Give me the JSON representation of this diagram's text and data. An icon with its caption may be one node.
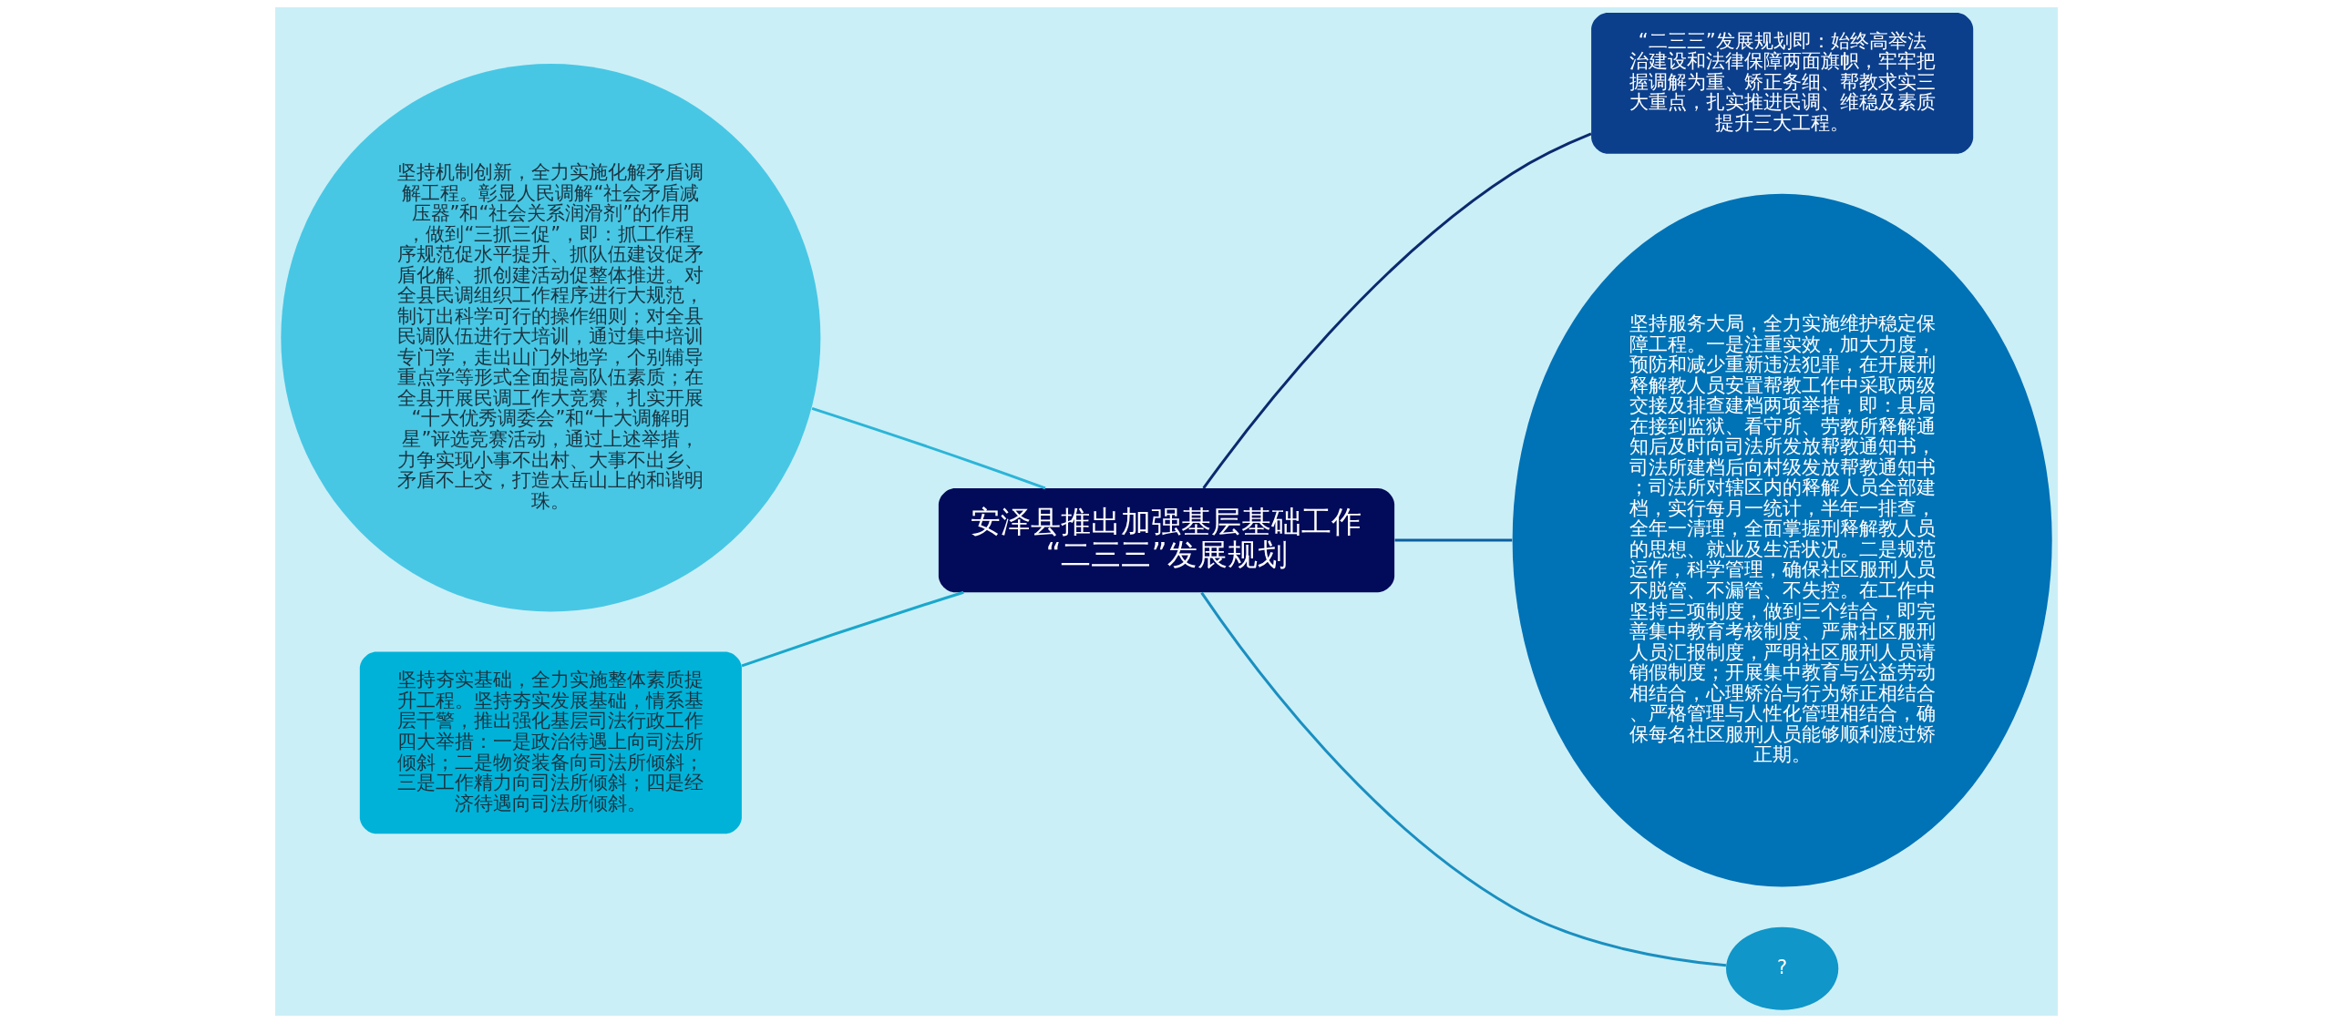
{
  "diagram": {
    "nodes": [
      {
        "text": [
          "安泽县推出加强基层基础工作“二三三”发展规划"
        ]
      },
      {
        "text": [
          "坚持机制创新，全力实施化解矛盾调解工程。彰显人民调解“社会矛盾减压器”和“社会关系润滑剂”的作用，做到“三抓三促”，即：抓工作程序规范促水平提升、抓队伍建设促矛盾化解、抓创建活动促整体推进。对全县民调组织工作程序进行大规范，制订出科学可行的操作细则；对全县民调队伍进行大培训，通过集中培训专门学，走出山门外地学，个别辅导重点学等形式全面提高队伍素质；在全县开展民调工作大竞赛，扎实开展“十大优秀调委会”和“十大调解明星”评选竞赛活动，通过上述举措，力争实现小事不出村、大事不出乡、矛盾不上交，打造太岳山上的和谐明珠。"
        ]
      },
      {
        "text": [
          "坚持夯实基础，全力实施整体素质提升工程。坚持夯实发展基础，情系基层干警，推出强化基层司法行政工作四大举措：一是政治待遇上向司法所倾斜；二是物资装备向司法所倾斜；三是工作精力向司法所倾斜；四是经济待遇向司法所倾斜。"
        ]
      },
      {
        "text": [
          "“二三三”发展规划即：始终高举法治建设和法律保障两面旗帜，牢牢把握调解为重、矫正务细、帮教求实三大重点，扎实推进民调、维稳及素质提升三大工程。"
        ]
      },
      {
        "text": [
          "坚持服务大局，全力实施维护稳定保障工程。一是注重实效，加大力度，预防和减少重新违法犯罪，在开展刑释解教人员安置帮教工作中采取两级交接及排查建档两项举措，即：县局在接到监狱、看守所、劳教所释解通知后及时向司法所发放帮教通知书，司法所建档后向村级发放帮教通知书；司法所对辖区内的释解人员全部建档，实行每月一统计，半年一排查，全年一清理，全面掌握刑释解教人员的思想、就业及生活状况。二是规范运作，科学管理，确保社区服刑人员不脱管、不漏管、不失控。在工作中坚持三项制度，做到三个结合，即完善集中教育考核制度、严肃社区服刑人员汇报制度，严明社区服刑人员请销假制度；开展集中教育与公益劳动相结合，心理矫治与行为矫正相结合、严格管理与人性化管理相结合，确保每名社区服刑人员能够顺利渡过矫正期。"
        ]
      },
      {
        "text": [
          "?"
        ]
      }
    ],
    "edges": [
      {
        "from": 0,
        "to": 1,
        "arrow": "none",
        "color": "#2bb5d8"
      },
      {
        "from": 0,
        "to": 2,
        "arrow": "none",
        "color": "#1aa7cc"
      },
      {
        "from": 0,
        "to": 3,
        "arrow": "none",
        "color": "#0b2a6e"
      },
      {
        "from": 0,
        "to": 4,
        "arrow": "none",
        "color": "#0b5fa0"
      },
      {
        "from": 0,
        "to": 5,
        "arrow": "none",
        "color": "#1a8fc0"
      }
    ]
  }
}
